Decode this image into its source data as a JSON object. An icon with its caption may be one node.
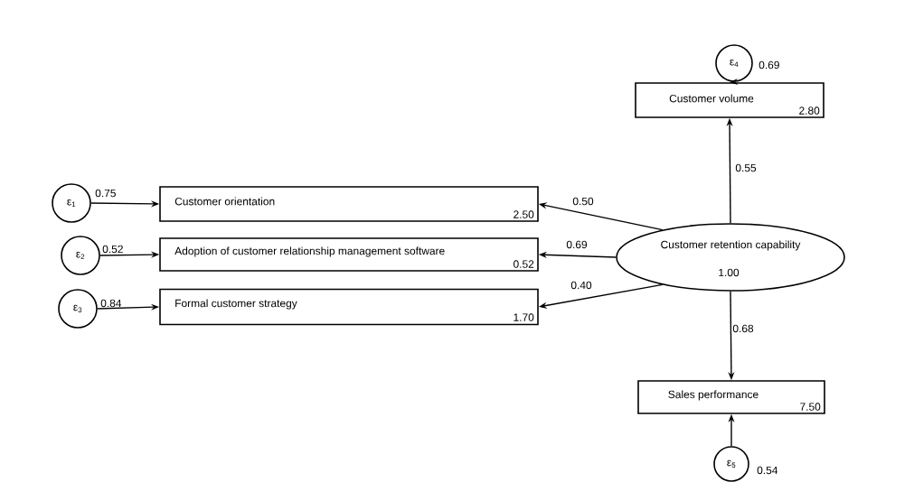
{
  "diagram": {
    "nodes": [
      {
        "text": [
          "ε$_{4}$"
        ],
        "beside": [
          "0.69"
        ]
      },
      {
        "text": [
          "Customer volume",
          "2.80"
        ]
      },
      {
        "text": [
          "ε$_{1}$"
        ],
        "beside": [
          "0.75"
        ]
      },
      {
        "text": [
          "Customer orientation",
          "2.50"
        ]
      },
      {
        "text": [
          "ε$_{2}$"
        ],
        "beside": [
          "0.52"
        ]
      },
      {
        "text": [
          "Adoption of customer relationship management software",
          "0.52"
        ]
      },
      {
        "text": [
          "ε$_{3}$"
        ],
        "beside": [
          "0.84"
        ]
      },
      {
        "text": [
          "Formal customer strategy",
          "1.70"
        ]
      },
      {
        "text": [
          "Customer retention capability",
          "1.00"
        ]
      },
      {
        "text": [
          "Sales performance",
          "7.50"
        ]
      },
      {
        "text": [
          "ε$_{5}$"
        ],
        "beside": [
          "0.54"
        ]
      }
    ],
    "edges": [
      {
        "from": 0,
        "to": 1,
        "arrow": "to"
      },
      {
        "from": 2,
        "to": 3,
        "arrow": "to"
      },
      {
        "from": 4,
        "to": 5,
        "arrow": "to"
      },
      {
        "from": 6,
        "to": 7,
        "arrow": "to"
      },
      {
        "from": 8,
        "to": 3,
        "arrow": "to",
        "label": "0.50"
      },
      {
        "from": 8,
        "to": 5,
        "arrow": "to",
        "label": "0.69"
      },
      {
        "from": 8,
        "to": 7,
        "arrow": "to",
        "label": "0.40"
      },
      {
        "from": 8,
        "to": 1,
        "arrow": "to",
        "label": "0.55"
      },
      {
        "from": 8,
        "to": 9,
        "arrow": "to",
        "label": "0.68"
      },
      {
        "from": 10,
        "to": 9,
        "arrow": "to"
      }
    ]
  }
}
